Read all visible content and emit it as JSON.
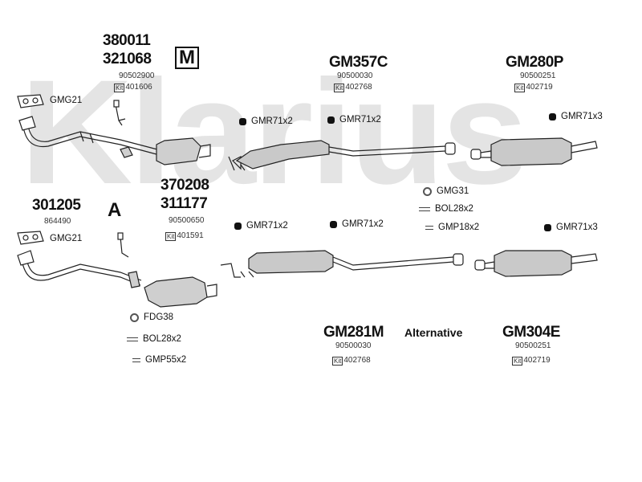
{
  "watermark": "Klarius",
  "top_left": {
    "codes": [
      "380011",
      "321068"
    ],
    "logo": "M",
    "ref": "90502900",
    "kit": "401606",
    "gasket": "GMG21"
  },
  "top_middle": {
    "code": "GM357C",
    "ref": "90500030",
    "kit": "402768",
    "clamps": [
      "GMR71x2",
      "GMR71x2"
    ]
  },
  "top_right": {
    "code": "GM280P",
    "ref": "90500251",
    "kit": "402719",
    "clamp": "GMR71x3"
  },
  "mid_left": {
    "code": "301205",
    "ref": "864490",
    "logo": "A",
    "gasket": "GMG21"
  },
  "mid_cat": {
    "codes": [
      "370208",
      "311177"
    ],
    "ref": "90500650",
    "kit": "401591"
  },
  "mid_middle": {
    "clamps": [
      "GMR71x2",
      "GMR71x2"
    ]
  },
  "mid_parts": {
    "gasket": "GMG31",
    "bolt": "BOL28x2",
    "spring": "GMP18x2"
  },
  "mid_right": {
    "clamp": "GMR71x3"
  },
  "bottom_left": {
    "gasket": "FDG38",
    "bolt": "BOL28x2",
    "spring": "GMP55x2"
  },
  "bottom_middle": {
    "code": "GM281M",
    "ref": "90500030",
    "kit": "402768"
  },
  "alternative": "Alternative",
  "bottom_right": {
    "code": "GM304E",
    "ref": "90500251",
    "kit": "402719"
  },
  "kit_label": "Kit",
  "colors": {
    "watermark": "#e4e4e4",
    "line": "#222222",
    "part_fill": "#bdbdbd"
  }
}
